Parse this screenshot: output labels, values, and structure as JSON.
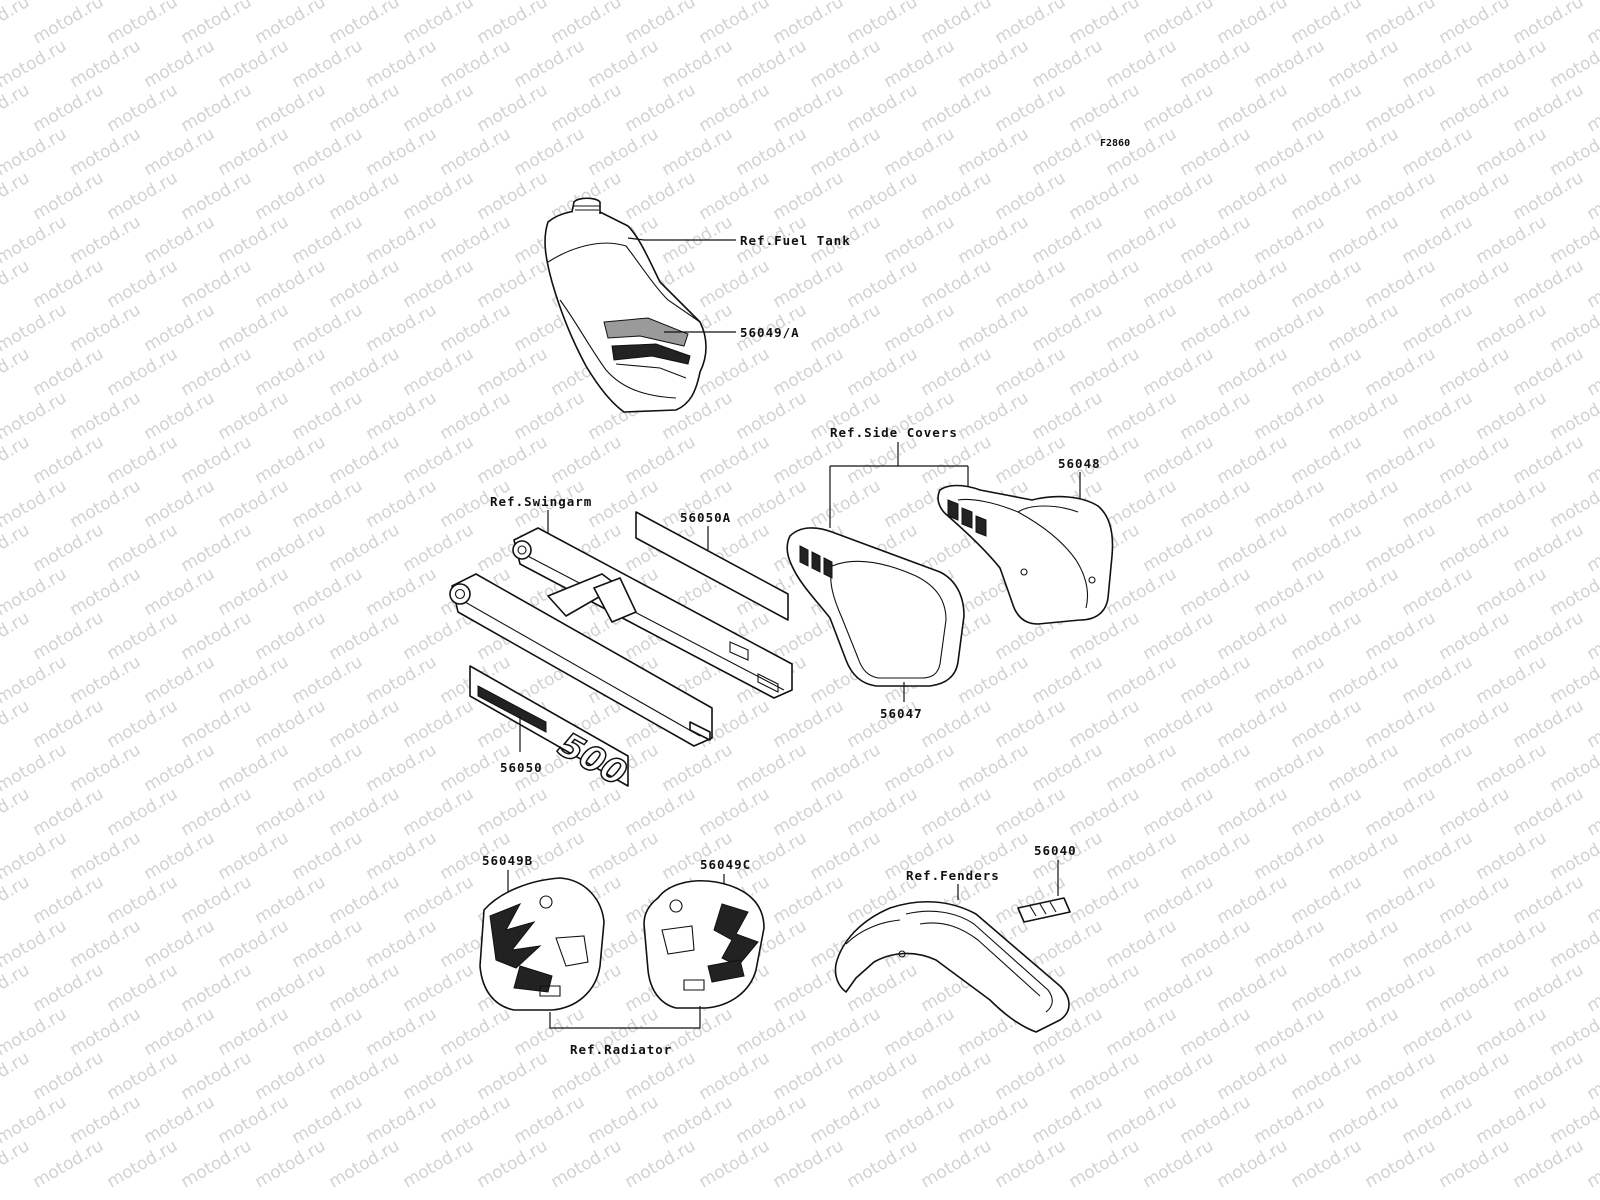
{
  "diagram_code": "F2860",
  "watermark": "motod.ru",
  "callouts": {
    "fuel_tank_ref": "Ref.Fuel Tank",
    "fuel_tank_decal": "56049/A",
    "side_covers_ref": "Ref.Side Covers",
    "right_side_cover_decal": "56048",
    "left_side_cover_decal": "56047",
    "swingarm_ref": "Ref.Swingarm",
    "swingarm_decal_a": "56050A",
    "swingarm_decal": "56050",
    "radiator_decal_b": "56049B",
    "radiator_decal_c": "56049C",
    "radiator_ref": "Ref.Radiator",
    "fenders_ref": "Ref.Fenders",
    "fender_label": "56040"
  },
  "decal_text": "500"
}
